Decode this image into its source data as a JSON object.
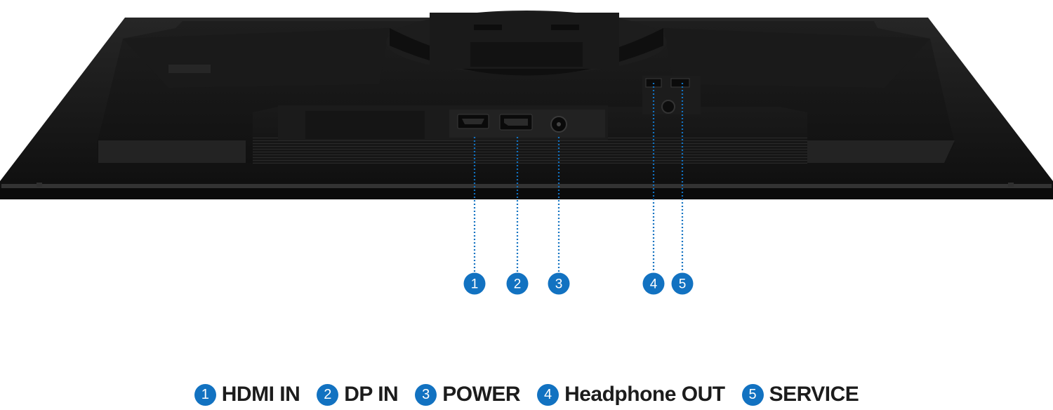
{
  "colors": {
    "accent": "#1272c1",
    "monitor_body": "#141414",
    "monitor_edge": "#2e2e2e",
    "text": "#1c1c1c"
  },
  "callouts": [
    {
      "number": "1",
      "port": "HDMI IN"
    },
    {
      "number": "2",
      "port": "DP IN"
    },
    {
      "number": "3",
      "port": "POWER"
    },
    {
      "number": "4",
      "port": "Headphone OUT"
    },
    {
      "number": "5",
      "port": "SERVICE"
    }
  ],
  "legend": [
    {
      "number": "1",
      "label": "HDMI IN"
    },
    {
      "number": "2",
      "label": "DP IN"
    },
    {
      "number": "3",
      "label": "POWER"
    },
    {
      "number": "4",
      "label": "Headphone OUT"
    },
    {
      "number": "5",
      "label": "SERVICE"
    }
  ]
}
